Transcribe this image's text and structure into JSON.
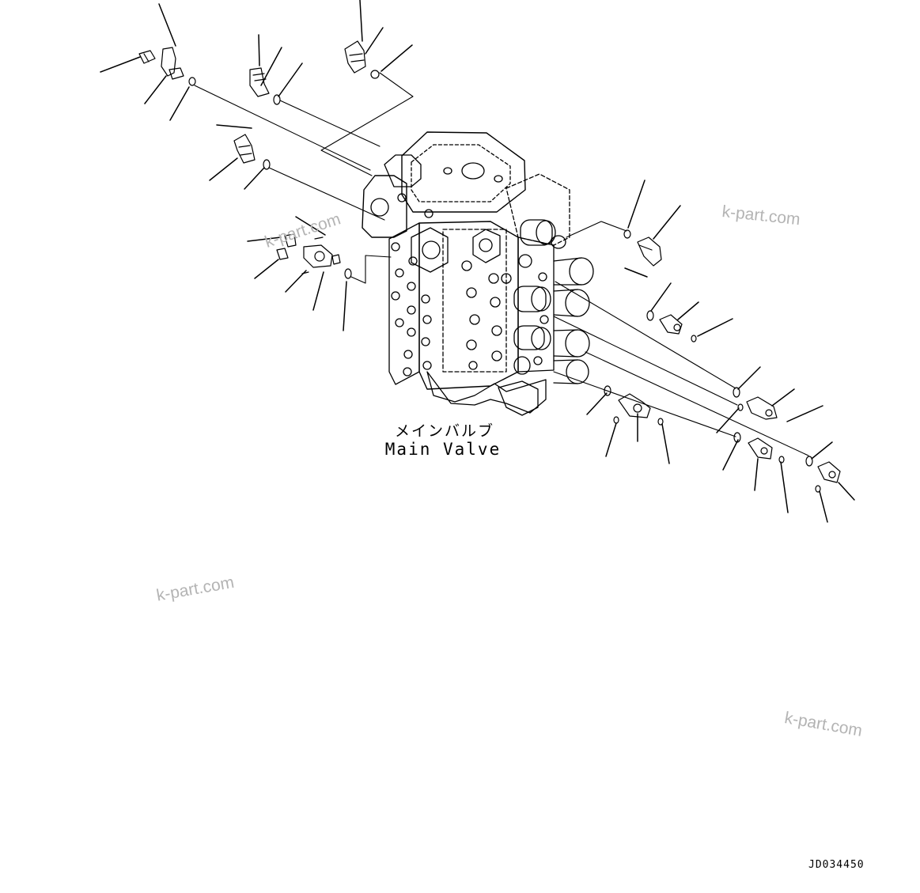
{
  "main_label_jp": "メインバルブ",
  "main_label_en": "Main Valve",
  "drawing_code": "JD034450",
  "watermark": "k-part.com"
}
